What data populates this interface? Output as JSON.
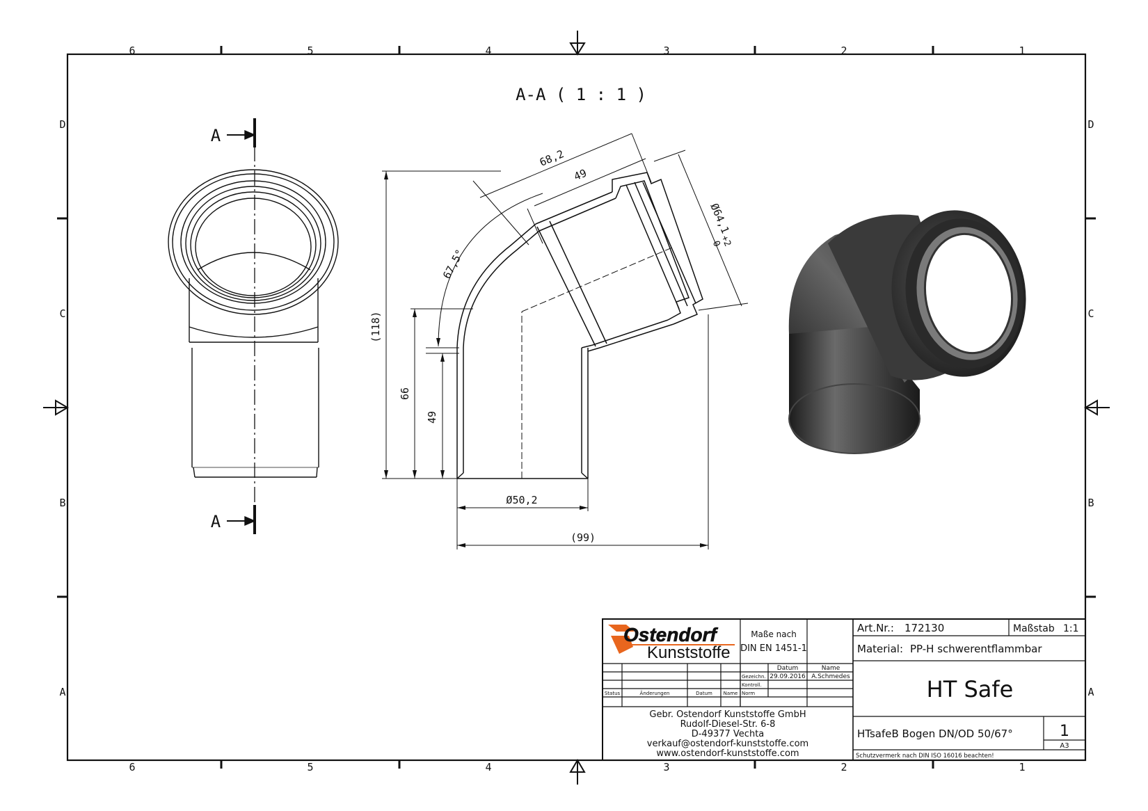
{
  "frame": {
    "columns": [
      "6",
      "5",
      "4",
      "3",
      "2",
      "1"
    ],
    "rows": [
      "D",
      "C",
      "B",
      "A"
    ]
  },
  "view": {
    "section_title": "A-A ( 1 : 1 )",
    "section_mark": "A"
  },
  "dimensions": {
    "d_68_2": "68,2",
    "d_49_top": "49",
    "d_dia64": "Ø64,1",
    "d_tol_plus": "+2",
    "d_tol_zero": "0",
    "d_angle": "67,5°",
    "d_118": "(118)",
    "d_66": "66",
    "d_49_left": "49",
    "d_dia50": "Ø50,2",
    "d_99": "(99)"
  },
  "title_block": {
    "logo_line1": "Ostendorf",
    "logo_line2": "Kunststoffe",
    "standard_label": "Maße nach",
    "standard_value": "DIN EN 1451-1",
    "col_datum": "Datum",
    "col_name": "Name",
    "row_gezeichn": "Gezeichn.",
    "gezeichn_date": "29.09.2016",
    "gezeichn_name": "A.Schmedes",
    "row_kontroll": "Kontroll.",
    "row_norm": "Norm",
    "hdr_status": "Status",
    "hdr_aenderungen": "Änderungen",
    "hdr_datum": "Datum",
    "hdr_name": "Name",
    "company": "Gebr. Ostendorf Kunststoffe GmbH",
    "street": "Rudolf-Diesel-Str. 6-8",
    "city": "D-49377 Vechta",
    "email": "verkauf@ostendorf-kunststoffe.com",
    "web": "www.ostendorf-kunststoffe.com",
    "art_nr_label": "Art.Nr.:",
    "art_nr": "172130",
    "scale_label": "Maßstab",
    "scale": "1:1",
    "material_label": "Material:",
    "material": "PP-H schwerentflammbar",
    "product": "HT Safe",
    "description": "HTsafeB Bogen DN/OD 50/67°",
    "sheet": "1",
    "format": "A3",
    "notice": "Schutzvermerk nach DIN ISO 16016 beachten!"
  },
  "colors": {
    "line": "#111111",
    "logo_orange": "#e8661e",
    "render_dark": "#3a3a3a"
  }
}
